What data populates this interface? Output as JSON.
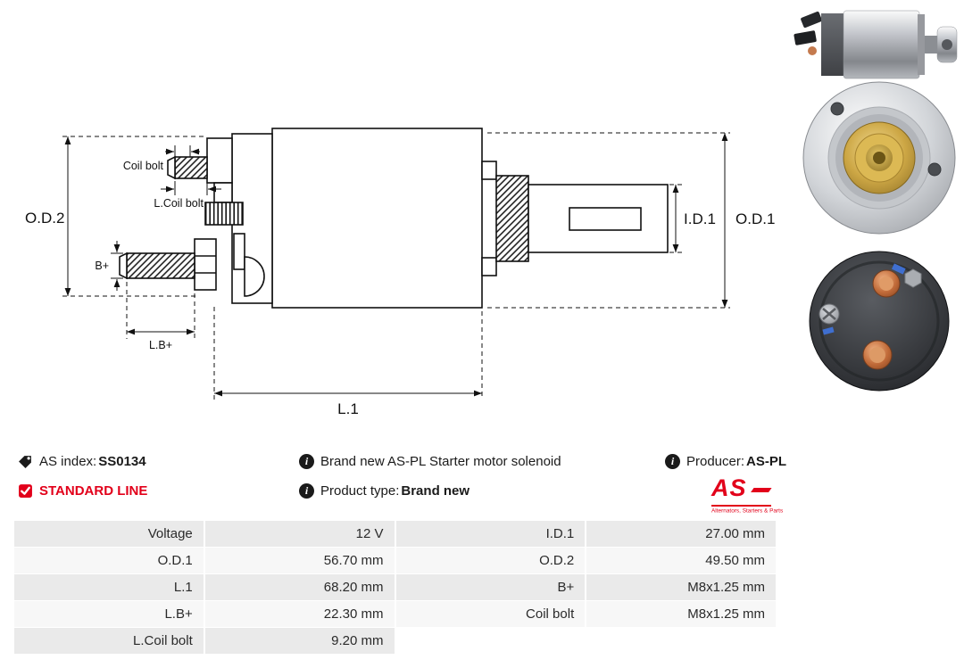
{
  "info": {
    "as_index": {
      "label": "AS index:",
      "value": "SS0134"
    },
    "line": "STANDARD LINE",
    "description": "Brand new AS-PL Starter motor solenoid",
    "product_type": {
      "label": "Product type:",
      "value": "Brand new"
    },
    "producer": {
      "label": "Producer:",
      "value": "AS-PL"
    }
  },
  "logo": {
    "text": "AS",
    "tagline": "Alternators, Starters & Parts"
  },
  "icons": {
    "info_glyph": "i"
  },
  "diagram": {
    "labels": {
      "od2": "O.D.2",
      "coil_bolt": "Coil bolt",
      "l_coil_bolt": "L.Coil bolt",
      "b_plus": "B+",
      "l_b_plus": "L.B+",
      "l1": "L.1",
      "id1": "I.D.1",
      "od1": "O.D.1"
    }
  },
  "spec_table": {
    "rows": [
      {
        "c0": "Voltage",
        "c1": "12 V",
        "c2": "I.D.1",
        "c3": "27.00 mm"
      },
      {
        "c0": "O.D.1",
        "c1": "56.70 mm",
        "c2": "O.D.2",
        "c3": "49.50 mm"
      },
      {
        "c0": "L.1",
        "c1": "68.20 mm",
        "c2": "B+",
        "c3": "M8x1.25 mm"
      },
      {
        "c0": "L.B+",
        "c1": "22.30 mm",
        "c2": "Coil bolt",
        "c3": "M8x1.25 mm"
      },
      {
        "c0": "L.Coil bolt",
        "c1": "9.20 mm",
        "c2": "",
        "c3": ""
      }
    ]
  },
  "colors": {
    "accent_red": "#e2001a",
    "table_row_odd": "#eaeaea",
    "table_row_even": "#f7f7f7",
    "line_color": "#111111"
  }
}
